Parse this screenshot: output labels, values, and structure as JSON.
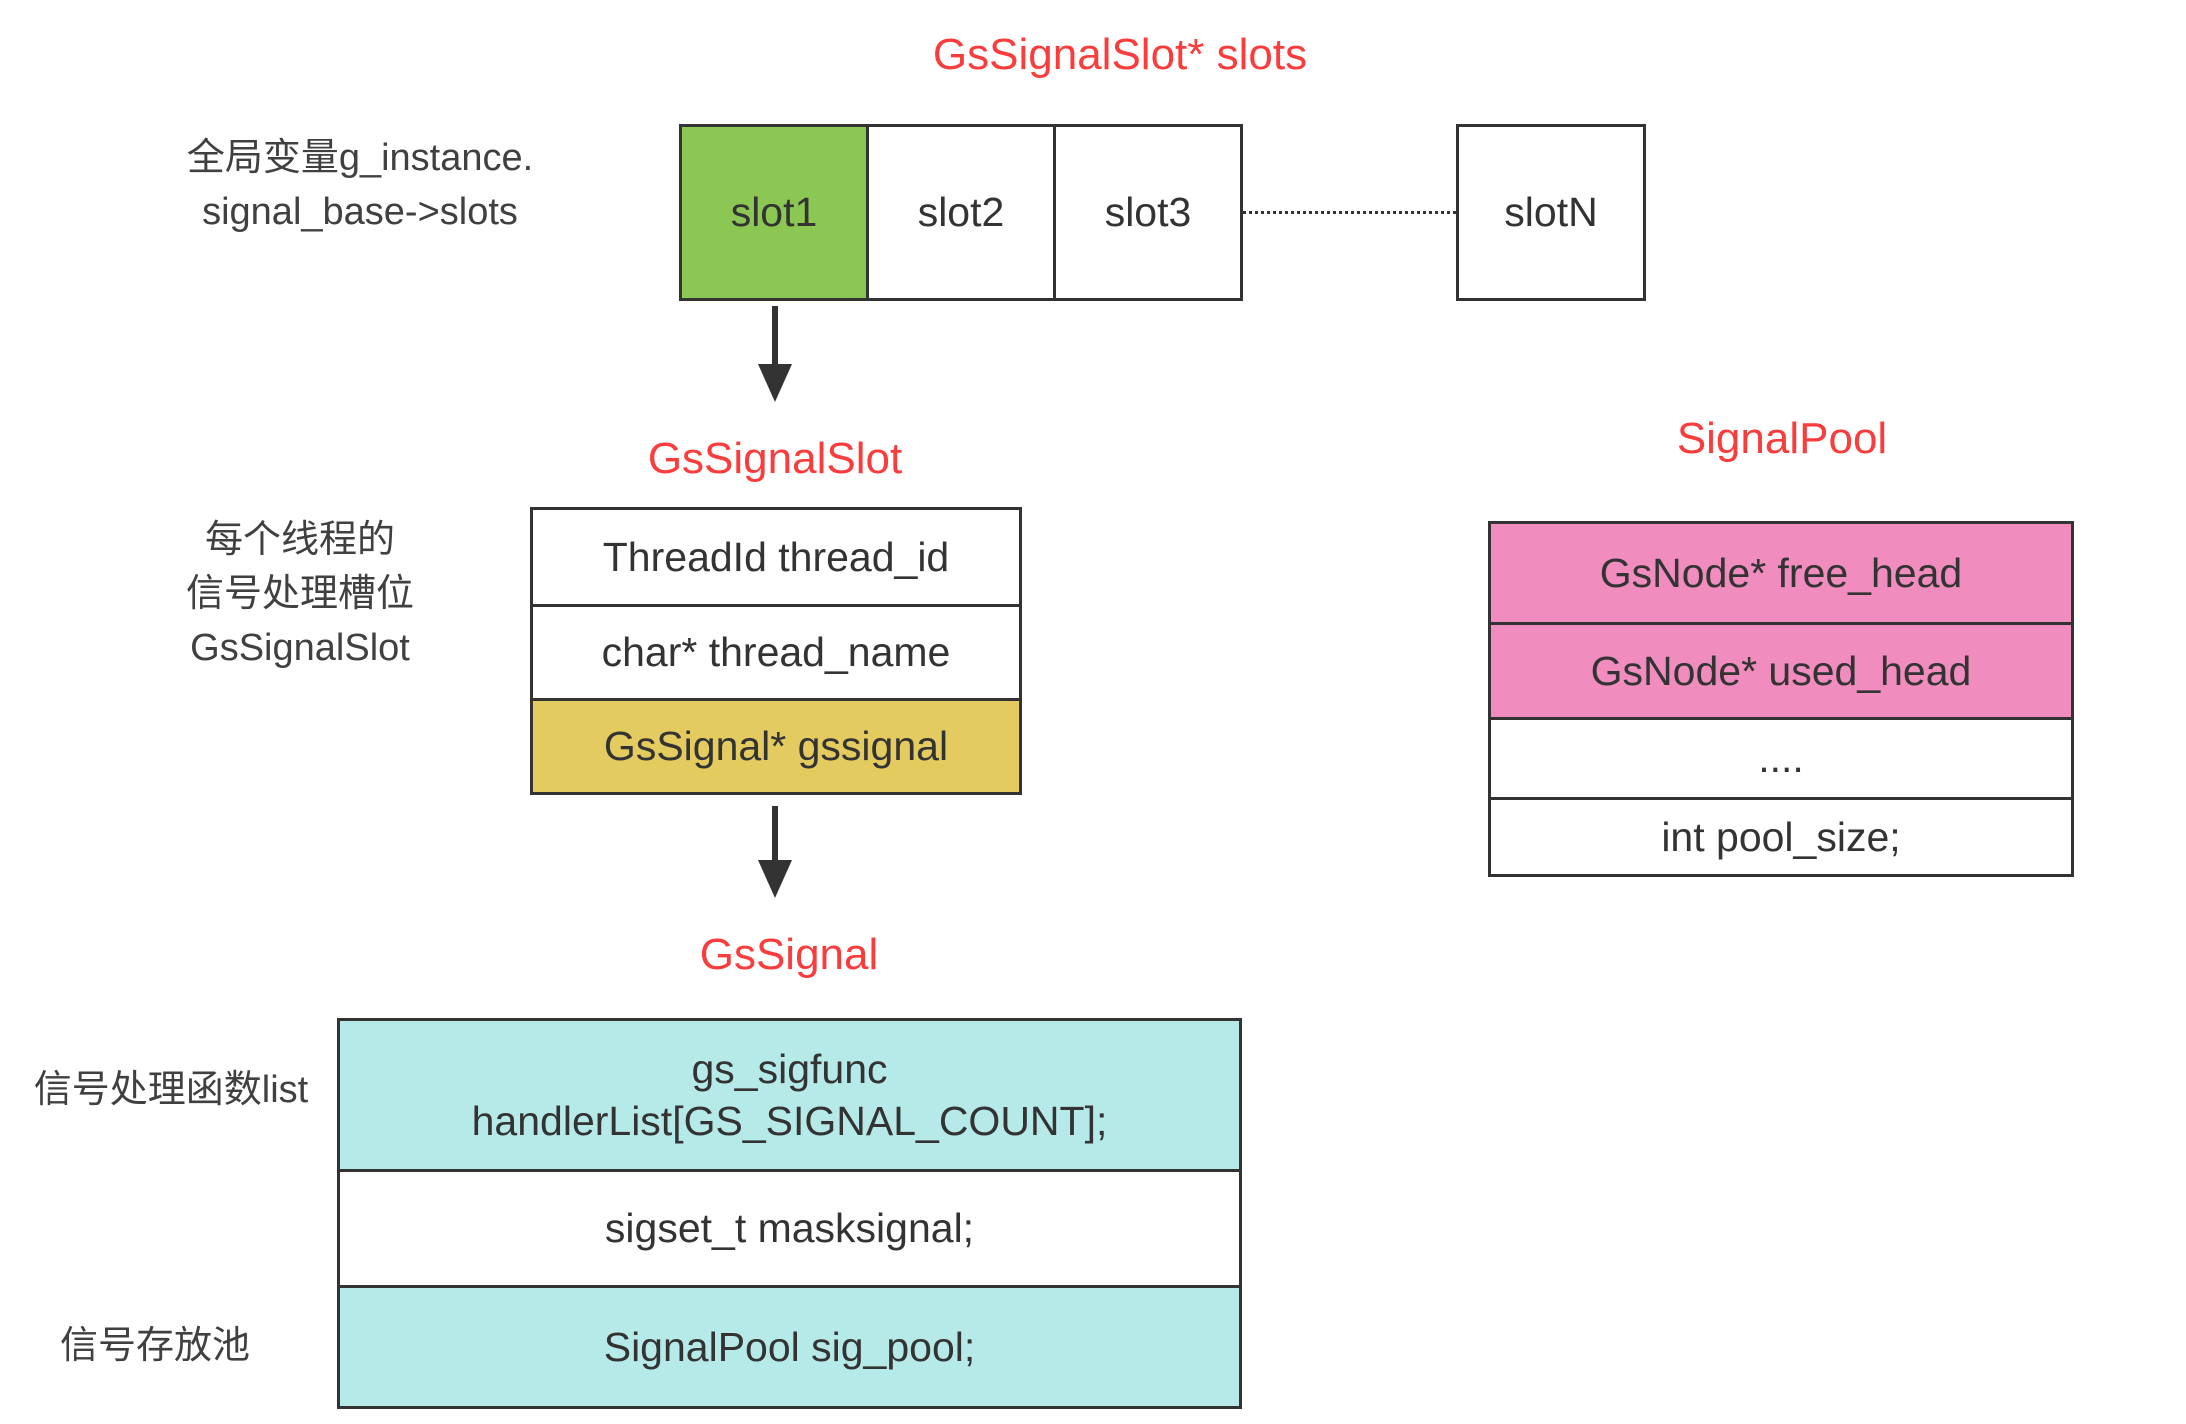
{
  "colors": {
    "green": "#8cc653",
    "yellow": "#e3cb5f",
    "pink": "#f08cbe",
    "cyan": "#b6eae8",
    "white": "#ffffff",
    "title_red": "#fa3c3c",
    "line": "#333333"
  },
  "slots_array": {
    "title": "GsSignalSlot* slots",
    "caption_line1": "全局变量g_instance.",
    "caption_line2": "signal_base->slots",
    "slot1": "slot1",
    "slot2": "slot2",
    "slot3": "slot3",
    "slotN": "slotN"
  },
  "gs_signal_slot": {
    "title": "GsSignalSlot",
    "caption_line1": "每个线程的",
    "caption_line2": "信号处理槽位",
    "caption_line3": "GsSignalSlot",
    "rows": [
      {
        "text": "ThreadId thread_id",
        "fill": "white"
      },
      {
        "text": "char* thread_name",
        "fill": "white"
      },
      {
        "text": "GsSignal* gssignal",
        "fill": "yellow"
      }
    ]
  },
  "signal_pool": {
    "title": "SignalPool",
    "rows": [
      {
        "text": "GsNode* free_head",
        "fill": "pink"
      },
      {
        "text": "GsNode* used_head",
        "fill": "pink"
      },
      {
        "text": "....",
        "fill": "white"
      },
      {
        "text": "int pool_size;",
        "fill": "white"
      }
    ]
  },
  "gs_signal": {
    "title": "GsSignal",
    "caption_handlers": "信号处理函数list",
    "caption_pool": "信号存放池",
    "rows": [
      {
        "line1": "gs_sigfunc",
        "line2": "handlerList[GS_SIGNAL_COUNT];",
        "fill": "cyan"
      },
      {
        "line1": "sigset_t masksignal;",
        "fill": "white"
      },
      {
        "line1": "SignalPool sig_pool;",
        "fill": "cyan"
      }
    ]
  }
}
